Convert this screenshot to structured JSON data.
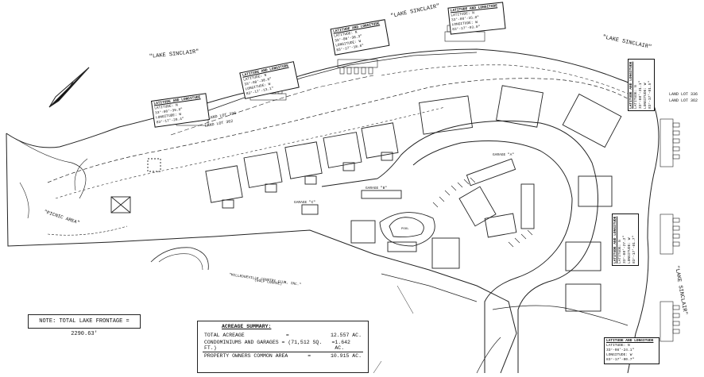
{
  "map": {
    "lake_labels": [
      "\"LAKE SINCLAIR\"",
      "\"LAKE SINCLAIR\"",
      "\"LAKE SINCLAIR\"",
      "\"LAKE SINCLAIR\""
    ],
    "picnic_label": "\"PICNIC AREA\"",
    "country_club_label": "\"MILLEDGEVILLE COUNTRY CLUB, INC.\"",
    "country_club_sub": "(GOLF COURSE)",
    "garage_a": "GARAGE \"A\"",
    "garage_b": "GARAGE \"B\"",
    "garage_c": "GARAGE \"C\"",
    "pool_label": "POOL",
    "land_lot_1": "LAND LOT 336",
    "land_lot_2": "LAND LOT 362",
    "land_lot_3": "LAND LOT 336",
    "land_lot_4": "LAND LOT 362"
  },
  "lat_long_boxes": [
    {
      "title": "LATITUDE AND LONGITUDE",
      "lat": "LATITUDE:  N 33°-08'-35.0\"",
      "long": "LONGITUDE: W 83°-17'-03.0\""
    },
    {
      "title": "LATITUDE AND LONGITUDE",
      "lat": "LATITUDE:  N 33°-08'-38.3\"",
      "long": "LONGITUDE: W 83°-17'-18.6\""
    },
    {
      "title": "LATITUDE AND LONGITUDE",
      "lat": "LATITUDE:  N 33°-08'-38.6\"",
      "long": "LONGITUDE: W 83°-17'-13.1\""
    },
    {
      "title": "LATITUDE AND LONGITUDE",
      "lat": "LATITUDE:  N 33°-08'-39.8\"",
      "long": "LONGITUDE: W 83°-17'-28.4\""
    },
    {
      "title": "LATITUDE AND LONGITUDE",
      "lat": "LATITUDE:  N 33°-08'-31.1\"",
      "long": "LONGITUDE: W 83°-17'-01.5\""
    },
    {
      "title": "LATITUDE AND LONGITUDE",
      "lat": "LATITUDE:  N 33°-08'-27.2\"",
      "long": "LONGITUDE: W 83°-17'-01.7\""
    },
    {
      "title": "LATITUDE AND LONGITUDE",
      "lat": "LATITUDE:  N 33°-08'-24.1\"",
      "long": "LONGITUDE: W 83°-17'-00.7\""
    }
  ],
  "note": "NOTE:  TOTAL LAKE FRONTAGE = 2290.63'",
  "acreage": {
    "heading": "ACREAGE SUMMARY:",
    "rows": [
      {
        "label": "TOTAL ACREAGE",
        "eq": "=",
        "value": "12.557 AC."
      },
      {
        "label": "CONDOMINIUMS AND GARAGES = (71,512 SQ. FT.)",
        "eq": "=",
        "value": "1.642 AC."
      },
      {
        "label": "PROPERTY OWNERS COMMON AREA",
        "eq": "=",
        "value": "10.915 AC."
      }
    ]
  },
  "colors": {
    "ink": "#111111",
    "paper": "#ffffff"
  }
}
